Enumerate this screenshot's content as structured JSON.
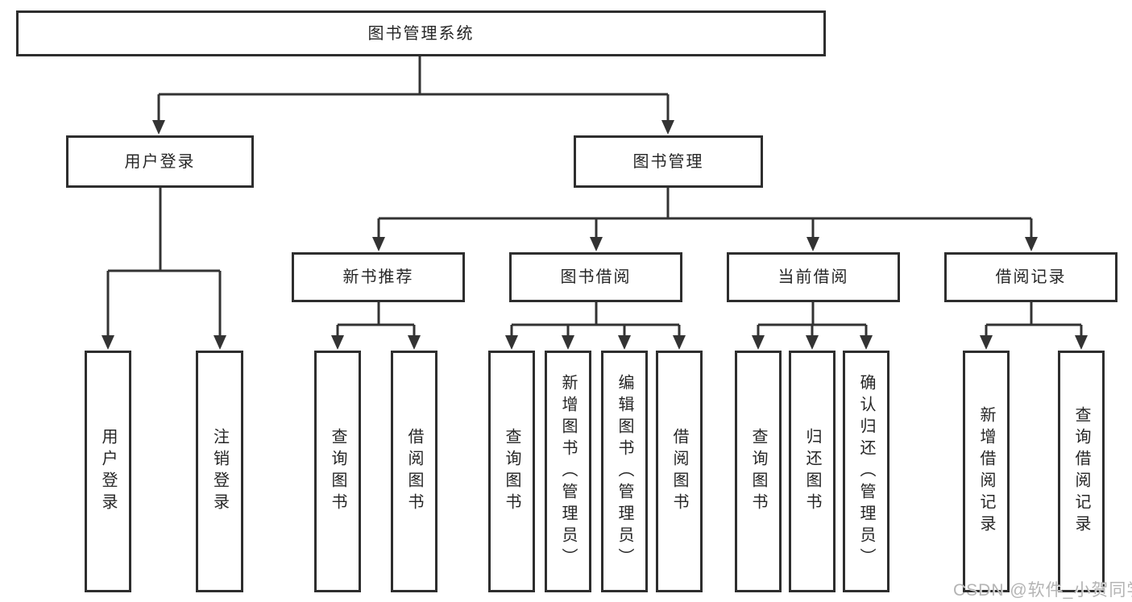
{
  "diagram": {
    "root": "图书管理系统",
    "branches": {
      "user_login": "用户登录",
      "book_management": "图书管理"
    },
    "modules": {
      "new_book_recommend": "新书推荐",
      "book_borrowing": "图书借阅",
      "current_borrowing": "当前借阅",
      "borrowing_records": "借阅记录"
    },
    "leaves": {
      "user_login": "用户登录",
      "logout": "注销登录",
      "nb_query_books": "查询图书",
      "nb_borrow_books": "借阅图书",
      "bb_query_books": "查询图书",
      "bb_add_books_admin": "新增图书（管理员）",
      "bb_edit_books_admin": "编辑图书（管理员）",
      "bb_borrow_books": "借阅图书",
      "cb_query_books": "查询图书",
      "cb_return_books": "归还图书",
      "cb_confirm_return_admin": "确认归还（管理员）",
      "br_add_record": "新增借阅记录",
      "br_query_record": "查询借阅记录"
    }
  },
  "watermark": "CSDN @软件_小贺同学",
  "colors": {
    "line": "#333333",
    "box_border": "#2e2e2e",
    "text": "#262626",
    "watermark": "#b4b4b4",
    "background": "#ffffff"
  }
}
